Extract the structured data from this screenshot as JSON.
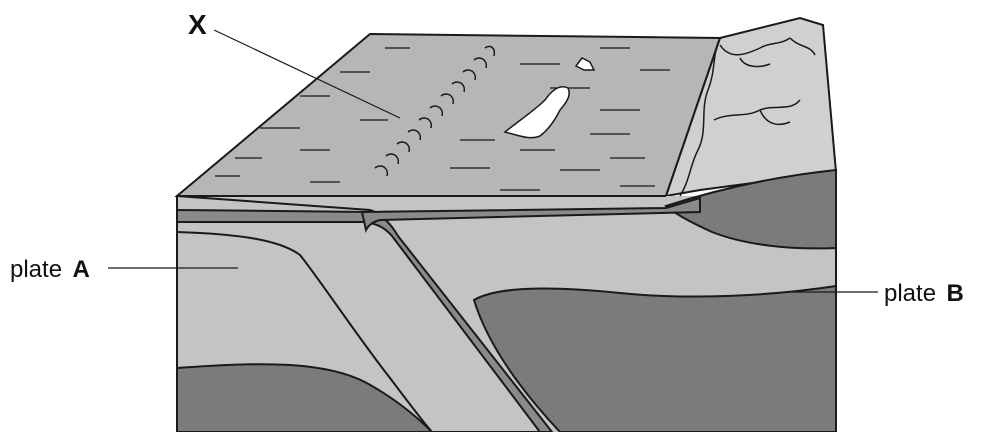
{
  "labels": {
    "x": "X",
    "plate_a_prefix": "plate",
    "plate_a_letter": "A",
    "plate_b_prefix": "plate",
    "plate_b_letter": "B"
  },
  "colors": {
    "surface": "#b4b4b4",
    "plate_light": "#c4c4c4",
    "plate_edge": "#8a8a8a",
    "mantle_dark": "#7b7b7b",
    "outline": "#1a1a1a"
  }
}
